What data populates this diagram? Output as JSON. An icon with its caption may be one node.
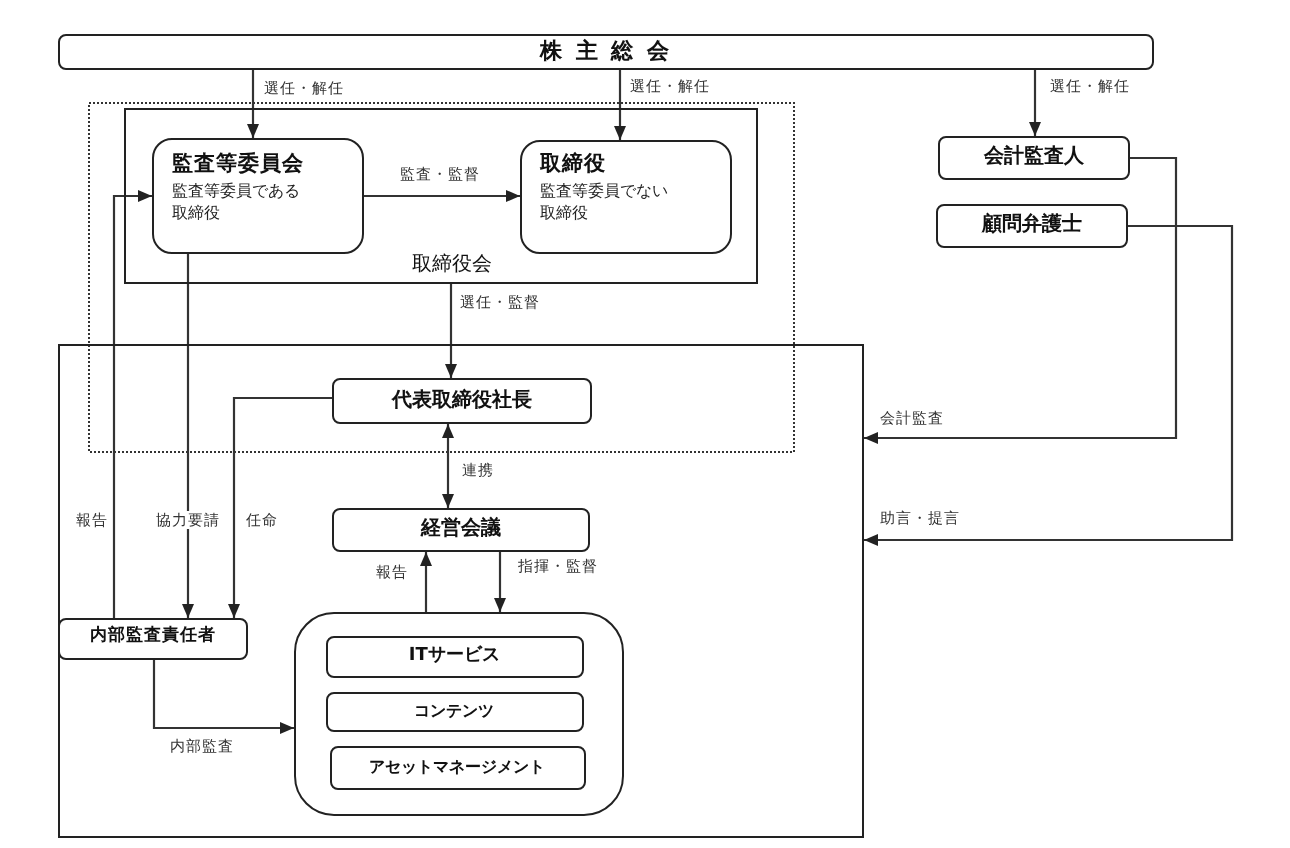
{
  "diagram": {
    "nodes": [
      {
        "text": [
          "株 主 総 会"
        ]
      },
      {
        "text": [
          "取締役会"
        ]
      },
      {
        "text": [
          "監査等委員会",
          "監査等委員である取締役"
        ],
        "in": 1
      },
      {
        "text": [
          "取締役",
          "監査等委員でない取締役"
        ],
        "in": 1
      },
      {
        "text": [
          "会計監査人"
        ]
      },
      {
        "text": [
          "顧問弁護士"
        ]
      },
      {
        "text": [],
        "shape": "box"
      },
      {
        "text": [
          "代表取締役社長"
        ],
        "in": 6
      },
      {
        "text": [
          "経営会議"
        ],
        "in": 6
      },
      {
        "text": [
          "内部監査責任者"
        ],
        "in": 6
      },
      {
        "text": [],
        "shape": "box",
        "in": 6
      },
      {
        "text": [
          "ITサービス"
        ],
        "in": 10
      },
      {
        "text": [
          "コンテンツ"
        ],
        "in": 10
      },
      {
        "text": [
          "アセットマネージメント"
        ],
        "in": 10
      }
    ],
    "edges": [
      {
        "from": 0,
        "to": 2,
        "arrow": "to",
        "label": "選任・解任"
      },
      {
        "from": 0,
        "to": 3,
        "arrow": "to",
        "label": "選任・解任"
      },
      {
        "from": 0,
        "to": 4,
        "arrow": "to",
        "label": "選任・解任"
      },
      {
        "from": 2,
        "to": 3,
        "arrow": "to",
        "label": "監査・監督"
      },
      {
        "from": 1,
        "to": 7,
        "arrow": "to",
        "label": "選任・監督"
      },
      {
        "from": 2,
        "to": 9,
        "arrow": "to",
        "label": "協力要請"
      },
      {
        "from": 7,
        "to": 9,
        "arrow": "to",
        "label": "任命"
      },
      {
        "from": 9,
        "to": 2,
        "arrow": "to",
        "label": "報告"
      },
      {
        "from": 7,
        "to": 8,
        "arrow": "both",
        "label": "連携"
      },
      {
        "from": 10,
        "to": 8,
        "arrow": "to",
        "label": "報告"
      },
      {
        "from": 8,
        "to": 10,
        "arrow": "to",
        "label": "指揮・監督"
      },
      {
        "from": 9,
        "to": 10,
        "arrow": "to",
        "label": "内部監査"
      },
      {
        "from": 4,
        "to": 6,
        "arrow": "to",
        "label": "会計監査"
      },
      {
        "from": 5,
        "to": 6,
        "arrow": "to",
        "label": "助言・提言"
      }
    ]
  }
}
